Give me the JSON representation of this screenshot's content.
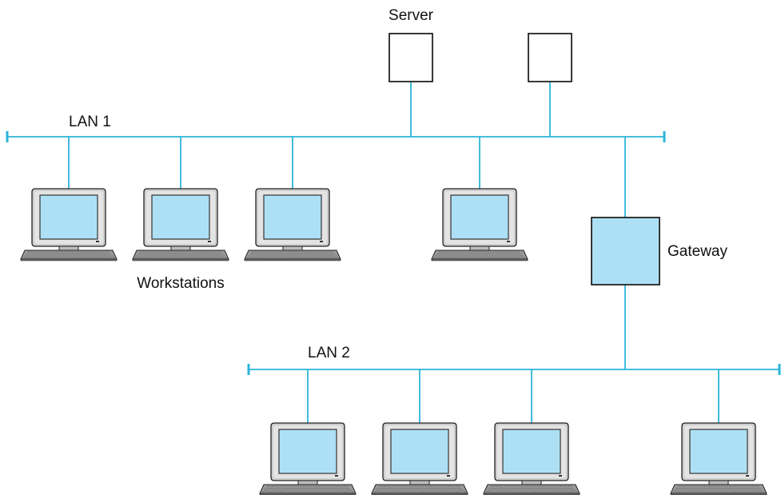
{
  "labels": {
    "server": "Server",
    "lan1": "LAN 1",
    "lan2": "LAN 2",
    "gateway": "Gateway",
    "workstations": "Workstations"
  },
  "colors": {
    "line": "#2bb5d9",
    "screen": "#aee0f5",
    "gateway_fill": "#aee0f5",
    "case": "#cfcfcf",
    "outline": "#222222"
  },
  "lan1": {
    "workstation_count": 4,
    "server_count": 2
  },
  "lan2": {
    "workstation_count": 4
  }
}
